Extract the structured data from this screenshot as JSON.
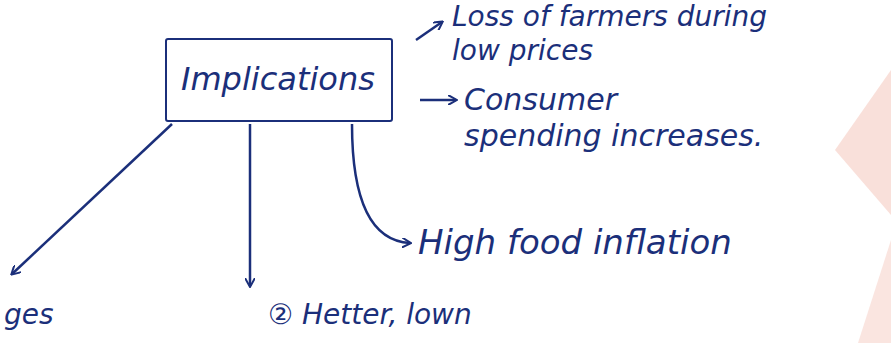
{
  "diagram": {
    "nodes": [
      {
        "text": [
          "Implications"
        ]
      }
    ],
    "labels": [
      "Loss of farmers during low prices",
      "Consumer spending increases.",
      "High food inflation",
      "② Hetter, lown",
      "ges"
    ]
  }
}
